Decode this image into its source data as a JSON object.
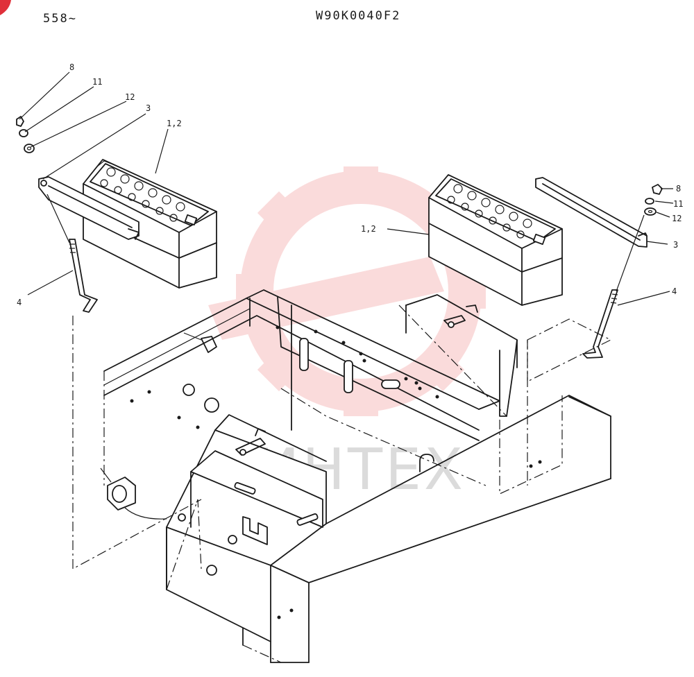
{
  "header": {
    "page_ref": "558~",
    "drawing_code": "W90K0040F2"
  },
  "watermark": {
    "text": "ИНТЕХ",
    "color": "#f08080"
  },
  "callouts": {
    "left_nut": "8",
    "left_lock_washer": "11",
    "left_washer": "12",
    "left_bracket": "3",
    "left_battery": "1,2",
    "left_rod": "4",
    "right_battery": "1,2",
    "right_nut": "8",
    "right_lock_washer": "11",
    "right_washer": "12",
    "right_bracket": "3",
    "right_rod": "4"
  }
}
